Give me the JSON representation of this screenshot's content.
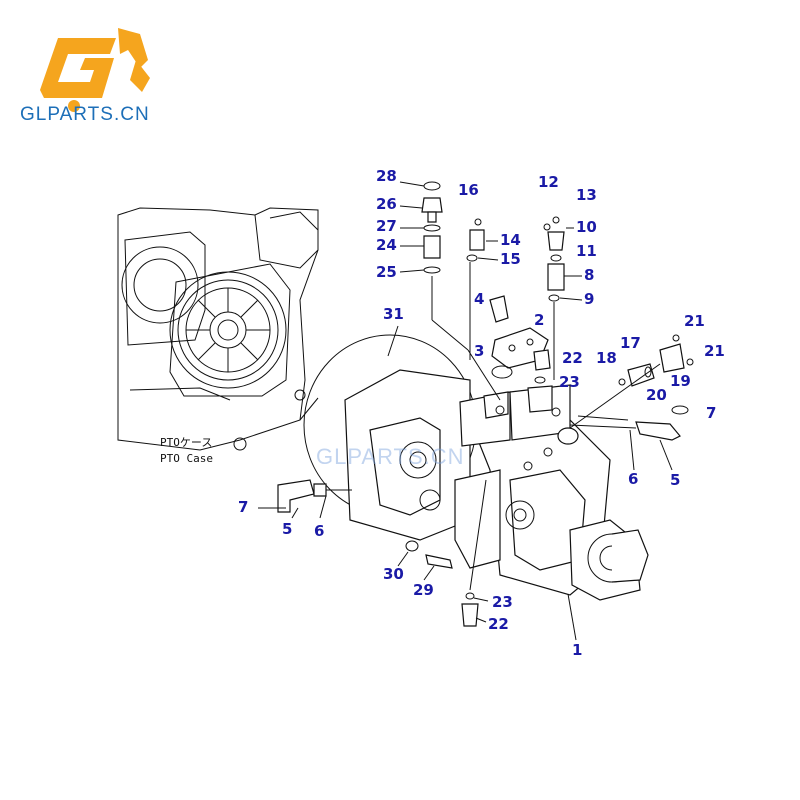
{
  "brand": {
    "name": "GLPARTS.CN",
    "color": "#1d6fb8",
    "accent": "#f5a51e"
  },
  "diagram": {
    "case_label_jp": "PTOケース",
    "case_label_en": "PTO Case",
    "callout_color": "#1a1aa6",
    "callouts": [
      "28",
      "26",
      "27",
      "24",
      "25",
      "16",
      "14",
      "15",
      "12",
      "13",
      "10",
      "11",
      "8",
      "9",
      "4",
      "2",
      "3",
      "22",
      "23",
      "31",
      "17",
      "18",
      "21",
      "19",
      "20",
      "7",
      "6",
      "5",
      "7",
      "5",
      "6",
      "30",
      "29",
      "23",
      "22",
      "1"
    ]
  }
}
